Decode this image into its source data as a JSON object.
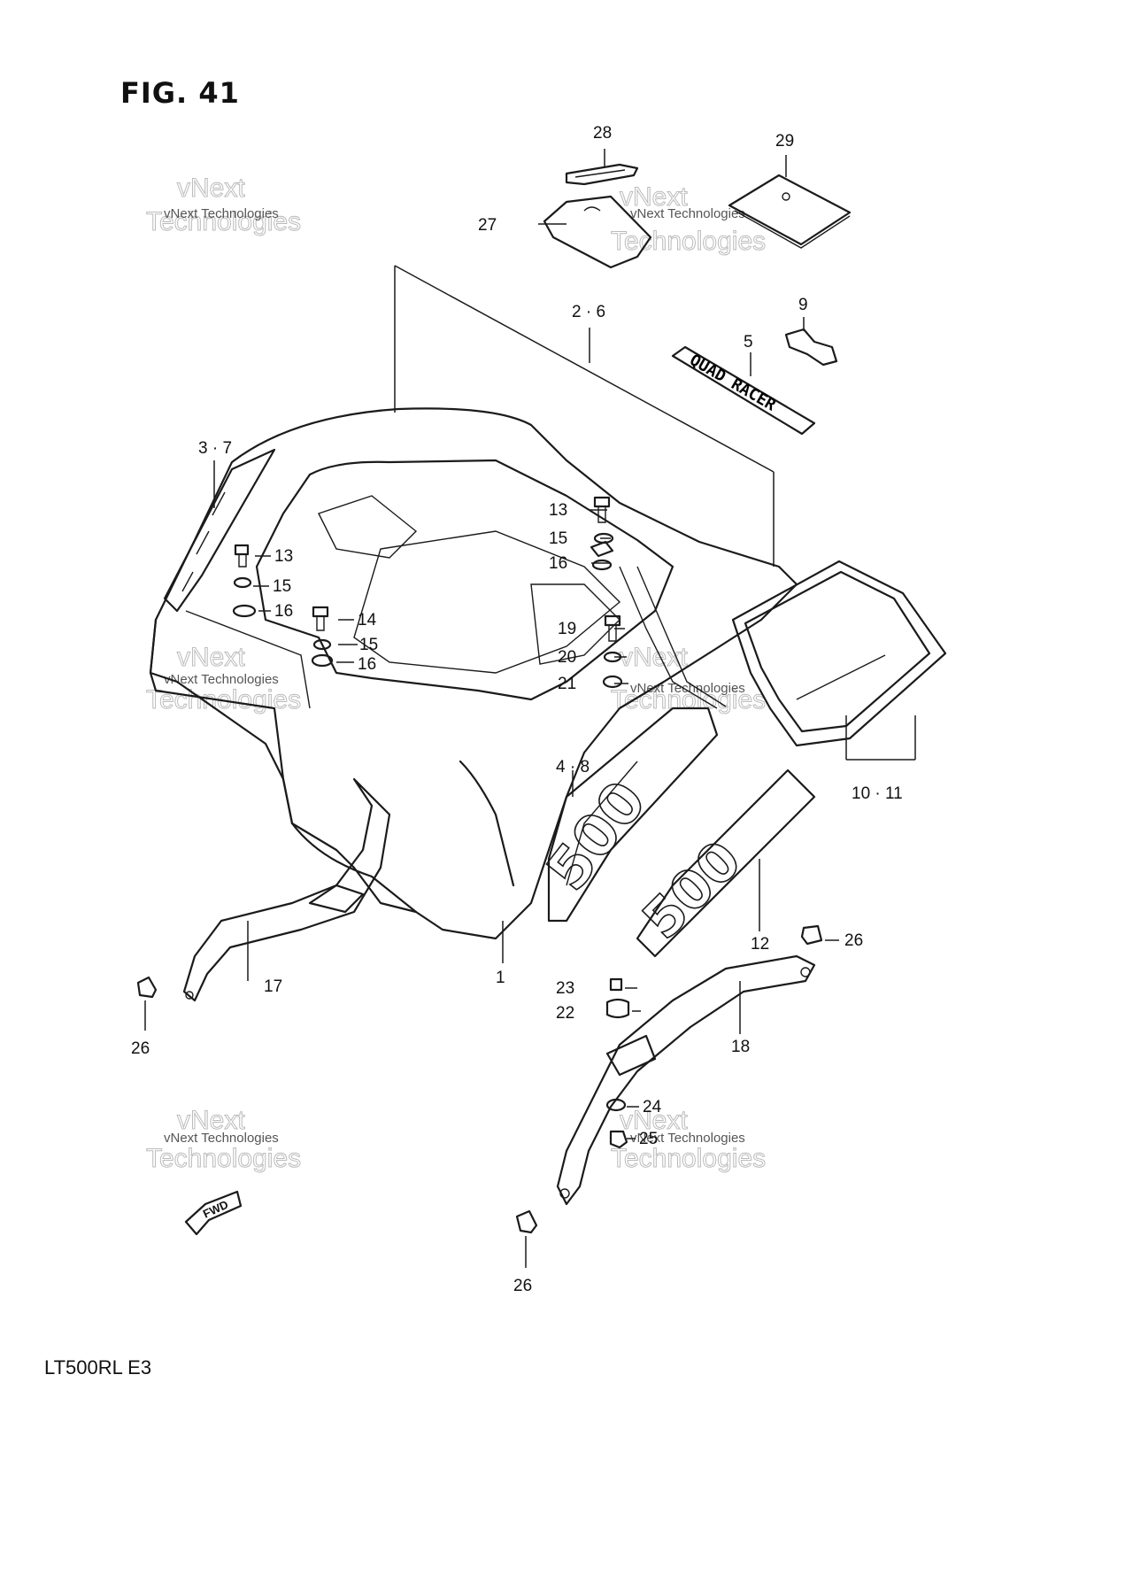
{
  "figure": {
    "title": "FIG. 41",
    "model": "LT500RL  E3"
  },
  "watermark": {
    "line1": "vNext Technologies",
    "ghost1": "vNext",
    "ghost2": "Technologies"
  },
  "decals": {
    "quad_racer": "QUAD RACER",
    "fwd": "FWD",
    "number": "500"
  },
  "callouts": [
    {
      "id": "c1",
      "label": "1"
    },
    {
      "id": "c2-6",
      "label": "2 · 6"
    },
    {
      "id": "c3-7",
      "label": "3 · 7"
    },
    {
      "id": "c4-8",
      "label": "4 · 8"
    },
    {
      "id": "c5",
      "label": "5"
    },
    {
      "id": "c9",
      "label": "9"
    },
    {
      "id": "c10-11",
      "label": "10 · 11"
    },
    {
      "id": "c12",
      "label": "12"
    },
    {
      "id": "c13a",
      "label": "13"
    },
    {
      "id": "c13b",
      "label": "13"
    },
    {
      "id": "c14",
      "label": "14"
    },
    {
      "id": "c15a",
      "label": "15"
    },
    {
      "id": "c15b",
      "label": "15"
    },
    {
      "id": "c15c",
      "label": "15"
    },
    {
      "id": "c16a",
      "label": "16"
    },
    {
      "id": "c16b",
      "label": "16"
    },
    {
      "id": "c16c",
      "label": "16"
    },
    {
      "id": "c17",
      "label": "17"
    },
    {
      "id": "c18",
      "label": "18"
    },
    {
      "id": "c19",
      "label": "19"
    },
    {
      "id": "c20",
      "label": "20"
    },
    {
      "id": "c21",
      "label": "21"
    },
    {
      "id": "c22",
      "label": "22"
    },
    {
      "id": "c23",
      "label": "23"
    },
    {
      "id": "c24",
      "label": "24"
    },
    {
      "id": "c25",
      "label": "25"
    },
    {
      "id": "c26a",
      "label": "26"
    },
    {
      "id": "c26b",
      "label": "26"
    },
    {
      "id": "c26c",
      "label": "26"
    },
    {
      "id": "c27",
      "label": "27"
    },
    {
      "id": "c28",
      "label": "28"
    },
    {
      "id": "c29",
      "label": "29"
    }
  ]
}
